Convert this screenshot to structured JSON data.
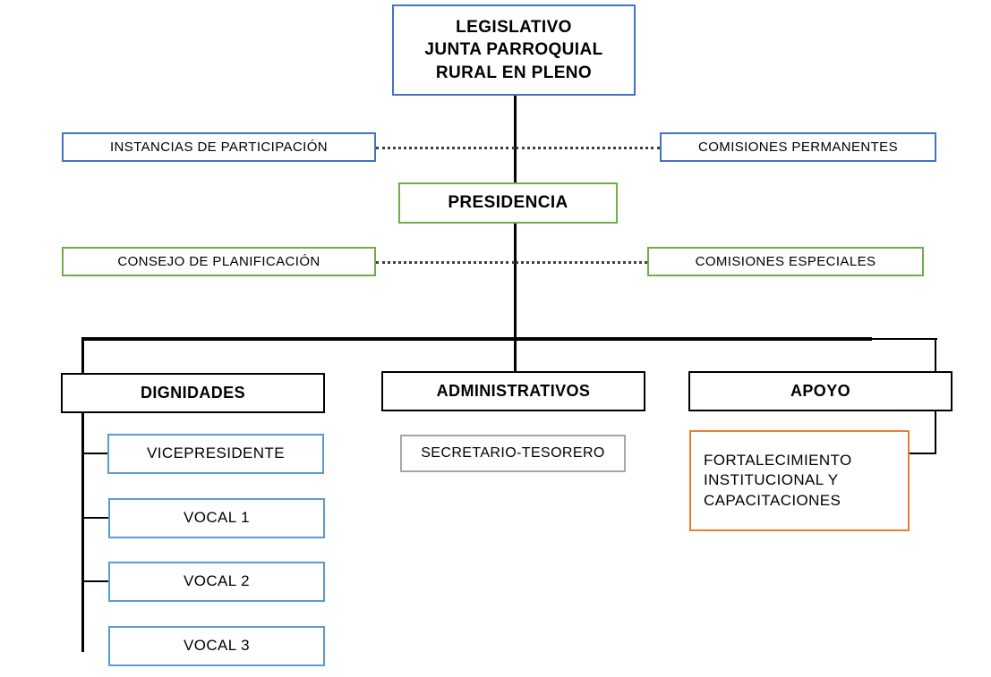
{
  "diagram": {
    "title": "Organigrama Junta Parroquial Rural",
    "colors": {
      "blue_dark": "#4472C4",
      "blue_light": "#5B9BD5",
      "green": "#70AD47",
      "black": "#000000",
      "gray": "#A6A6A6",
      "orange": "#ED7D31",
      "connector": "#000000",
      "dotted_connector": "#3f3f3f",
      "background": "#FFFFFF",
      "text": "#000000"
    },
    "nodes": {
      "legislativo": "LEGISLATIVO\nJUNTA PARROQUIAL\nRURAL EN PLENO",
      "instancias_participacion": "INSTANCIAS  DE  PARTICIPACIÓN",
      "comisiones_permanentes": "COMISIONES  PERMANENTES",
      "presidencia": "PRESIDENCIA",
      "consejo_planificacion": "CONSEJO  DE  PLANIFICACIÓN",
      "comisiones_especiales": "COMISIONES  ESPECIALES",
      "dignidades": "DIGNIDADES",
      "administrativos": "ADMINISTRATIVOS",
      "apoyo": "APOYO",
      "vicepresidente": "VICEPRESIDENTE",
      "vocal_1": "VOCAL 1",
      "vocal_2": "VOCAL 2",
      "vocal_3": "VOCAL 3",
      "secretario_tesorero": "SECRETARIO-TESORERO",
      "fortalecimiento": "FORTALECIMIENTO\nINSTITUCIONAL   Y\nCAPACITACIONES"
    }
  }
}
